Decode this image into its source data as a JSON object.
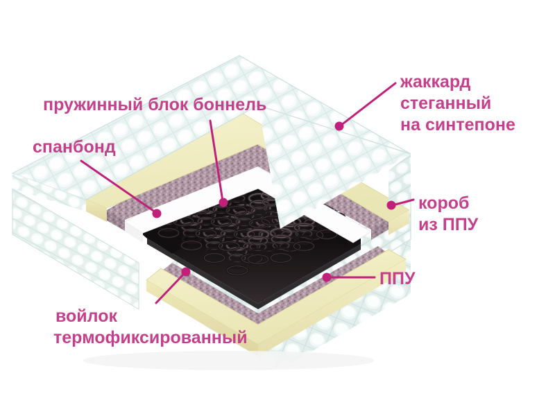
{
  "image": {
    "kind": "mattress-cutaway-diagram",
    "background_color": "#ffffff",
    "label_color": "#c2418a",
    "leader_color": "#bf2079"
  },
  "labels": {
    "jacquard": {
      "line1": "жаккард",
      "line2": "стеганный",
      "line3": "на синтепоне"
    },
    "bonnell": "пружинный блок боннель",
    "spanbond": "спанбонд",
    "box": {
      "line1": "короб",
      "line2": "из ППУ"
    },
    "ppu": "ППУ",
    "felt": {
      "line1": "войлок",
      "line2": "термофиксированный"
    }
  },
  "layers": {
    "jacquard_quilted": {
      "name": "жаккард стеганный на синтепоне",
      "color": "#e8f2f0"
    },
    "ppu_foam": {
      "name": "ППУ",
      "color": "#f0ecc0"
    },
    "felt": {
      "name": "войлок термофиксированный",
      "color": "#b19aa6"
    },
    "spanbond": {
      "name": "спанбонд",
      "color": "#ffffff"
    },
    "bonnell_springs": {
      "name": "пружинный блок боннель",
      "color": "#1a1616"
    }
  }
}
